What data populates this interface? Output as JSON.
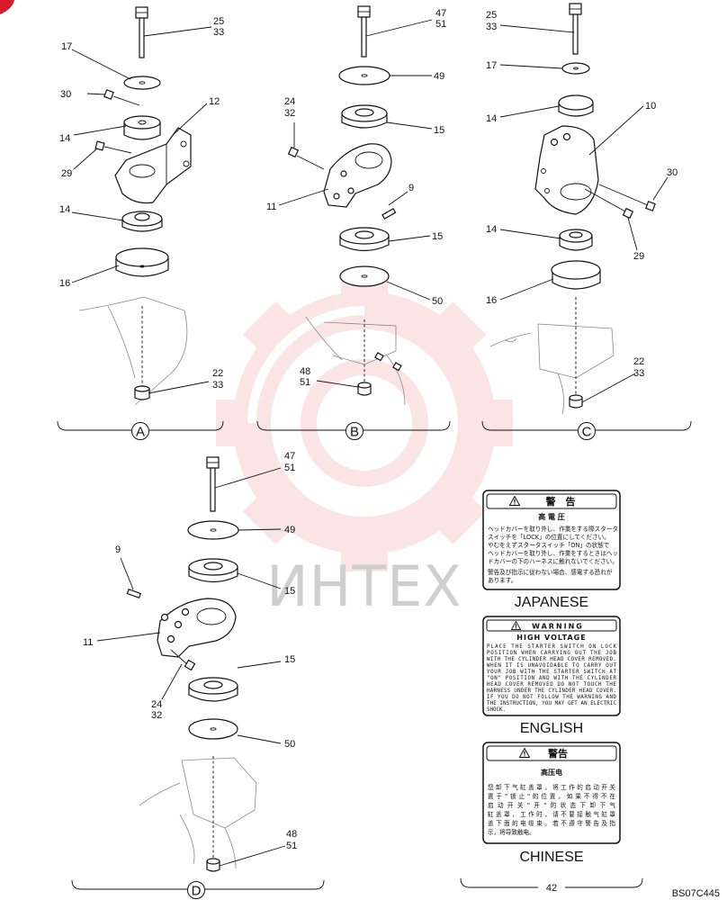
{
  "watermark": {
    "text": "ИНТЕХ",
    "brand_color": "#f0a0a0"
  },
  "panels": [
    {
      "id": "A",
      "label": "A",
      "callouts": [
        {
          "id": "a-25",
          "text": "25"
        },
        {
          "id": "a-33t",
          "text": "33"
        },
        {
          "id": "a-17",
          "text": "17"
        },
        {
          "id": "a-30",
          "text": "30"
        },
        {
          "id": "a-12",
          "text": "12"
        },
        {
          "id": "a-14u",
          "text": "14"
        },
        {
          "id": "a-29",
          "text": "29"
        },
        {
          "id": "a-14l",
          "text": "14"
        },
        {
          "id": "a-16",
          "text": "16"
        },
        {
          "id": "a-22",
          "text": "22"
        },
        {
          "id": "a-33b",
          "text": "33"
        }
      ]
    },
    {
      "id": "B",
      "label": "B",
      "callouts": [
        {
          "id": "b-47",
          "text": "47"
        },
        {
          "id": "b-51t",
          "text": "51"
        },
        {
          "id": "b-49",
          "text": "49"
        },
        {
          "id": "b-24",
          "text": "24"
        },
        {
          "id": "b-32",
          "text": "32"
        },
        {
          "id": "b-15u",
          "text": "15"
        },
        {
          "id": "b-9",
          "text": "9"
        },
        {
          "id": "b-11",
          "text": "11"
        },
        {
          "id": "b-15l",
          "text": "15"
        },
        {
          "id": "b-50",
          "text": "50"
        },
        {
          "id": "b-48",
          "text": "48"
        },
        {
          "id": "b-51b",
          "text": "51"
        }
      ]
    },
    {
      "id": "C",
      "label": "C",
      "callouts": [
        {
          "id": "c-25",
          "text": "25"
        },
        {
          "id": "c-33t",
          "text": "33"
        },
        {
          "id": "c-17",
          "text": "17"
        },
        {
          "id": "c-14u",
          "text": "14"
        },
        {
          "id": "c-10",
          "text": "10"
        },
        {
          "id": "c-30",
          "text": "30"
        },
        {
          "id": "c-14l",
          "text": "14"
        },
        {
          "id": "c-29",
          "text": "29"
        },
        {
          "id": "c-16",
          "text": "16"
        },
        {
          "id": "c-22",
          "text": "22"
        },
        {
          "id": "c-33b",
          "text": "33"
        }
      ]
    },
    {
      "id": "D",
      "label": "D",
      "callouts": [
        {
          "id": "d-47",
          "text": "47"
        },
        {
          "id": "d-51t",
          "text": "51"
        },
        {
          "id": "d-49",
          "text": "49"
        },
        {
          "id": "d-9",
          "text": "9"
        },
        {
          "id": "d-15u",
          "text": "15"
        },
        {
          "id": "d-11",
          "text": "11"
        },
        {
          "id": "d-24",
          "text": "24"
        },
        {
          "id": "d-32",
          "text": "32"
        },
        {
          "id": "d-15l",
          "text": "15"
        },
        {
          "id": "d-50",
          "text": "50"
        },
        {
          "id": "d-48",
          "text": "48"
        },
        {
          "id": "d-51b",
          "text": "51"
        }
      ]
    }
  ],
  "labels": {
    "japanese": {
      "title": "警　告",
      "subtitle": "高 電 圧",
      "lines": [
        "ヘッドカバーを取り外し、作業をする際スタータ",
        "スイッチを「LOCK」の位置にしてください。",
        "やむをえずスタータスイッチ「ON」の状態で",
        "ヘッドカバーを取り外し、作業をするときはヘッ",
        "ドカバーの下のハーネスに触れないでください。",
        "",
        "警告及び指示に従わない場合、感電する恐れが",
        "あります。"
      ],
      "language": "JAPANESE"
    },
    "english": {
      "title": "WARNING",
      "subtitle": "HIGH VOLTAGE",
      "lines": [
        "PLACE THE STARTER SWITCH ON LOCK",
        "POSITION WHEN CARRYING OUT THE JOB",
        "WITH THE CYLINDER HEAD COVER REMOVED.",
        "WHEN IT IS UNAVOIDABLE TO CARRY OUT",
        "YOUR JOB WITH THE STARTER SWITCH AT",
        "\"ON\" POSITION AND WITH THE CYLINDER",
        "HEAD COVER REMOVED DO NOT TOUCH THE",
        "HARNESS UNDER THE CYLINDER HEAD COVER.",
        "IF YOU DO NOT FOLLOW THE WARNING AND",
        "THE INSTRUCTION, YOU MAY GET AN ELECTRIC",
        "SHOCK."
      ],
      "language": "ENGLISH"
    },
    "chinese": {
      "title": "警告",
      "subtitle": "高压电",
      "lines": [
        "您卸下气缸盖罩，将工作的启动开关",
        "置于\"锁止\"的位置。如果不得不在",
        "启动开关\"开\"的状态下卸下气",
        "缸盖罩，工作时，请不要接触气缸罩",
        "盖下面的电缆束。若不遵守警告及指",
        "示，将导致触电。"
      ],
      "language": "CHINESE"
    },
    "callout": "42"
  },
  "figure_code": "BS07C445"
}
